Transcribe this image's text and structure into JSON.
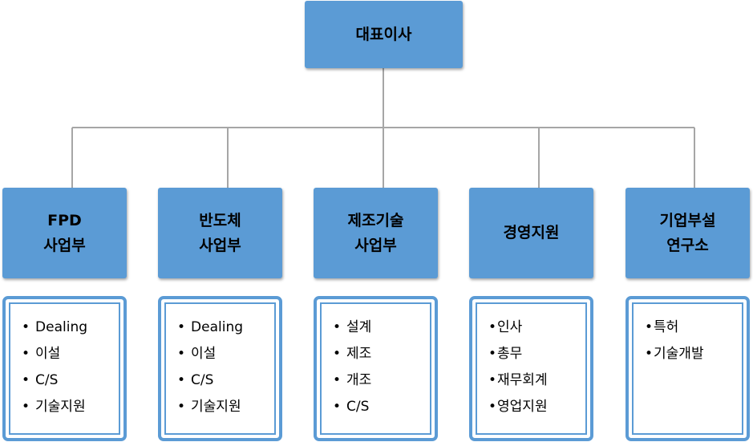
{
  "chart": {
    "root": "대표이사",
    "departments": [
      {
        "line1": "FPD",
        "line2": "사업부",
        "items": [
          "Dealing",
          "이설",
          "C/S",
          "기술지원"
        ]
      },
      {
        "line1": "반도체",
        "line2": "사업부",
        "items": [
          "Dealing",
          "이설",
          "C/S",
          "기술지원"
        ]
      },
      {
        "line1": "제조기술",
        "line2": "사업부",
        "items": [
          "설계",
          "제조",
          "개조",
          "C/S"
        ]
      },
      {
        "line1": "경영지원",
        "line2": "",
        "items": [
          "인사",
          "총무",
          "재무회계",
          "영업지원"
        ]
      },
      {
        "line1": "기업부설",
        "line2": "연구소",
        "items": [
          "특허",
          "기술개발"
        ]
      }
    ]
  },
  "colors": {
    "box_fill": "#5b9bd5",
    "connector": "#a6a6a6"
  }
}
